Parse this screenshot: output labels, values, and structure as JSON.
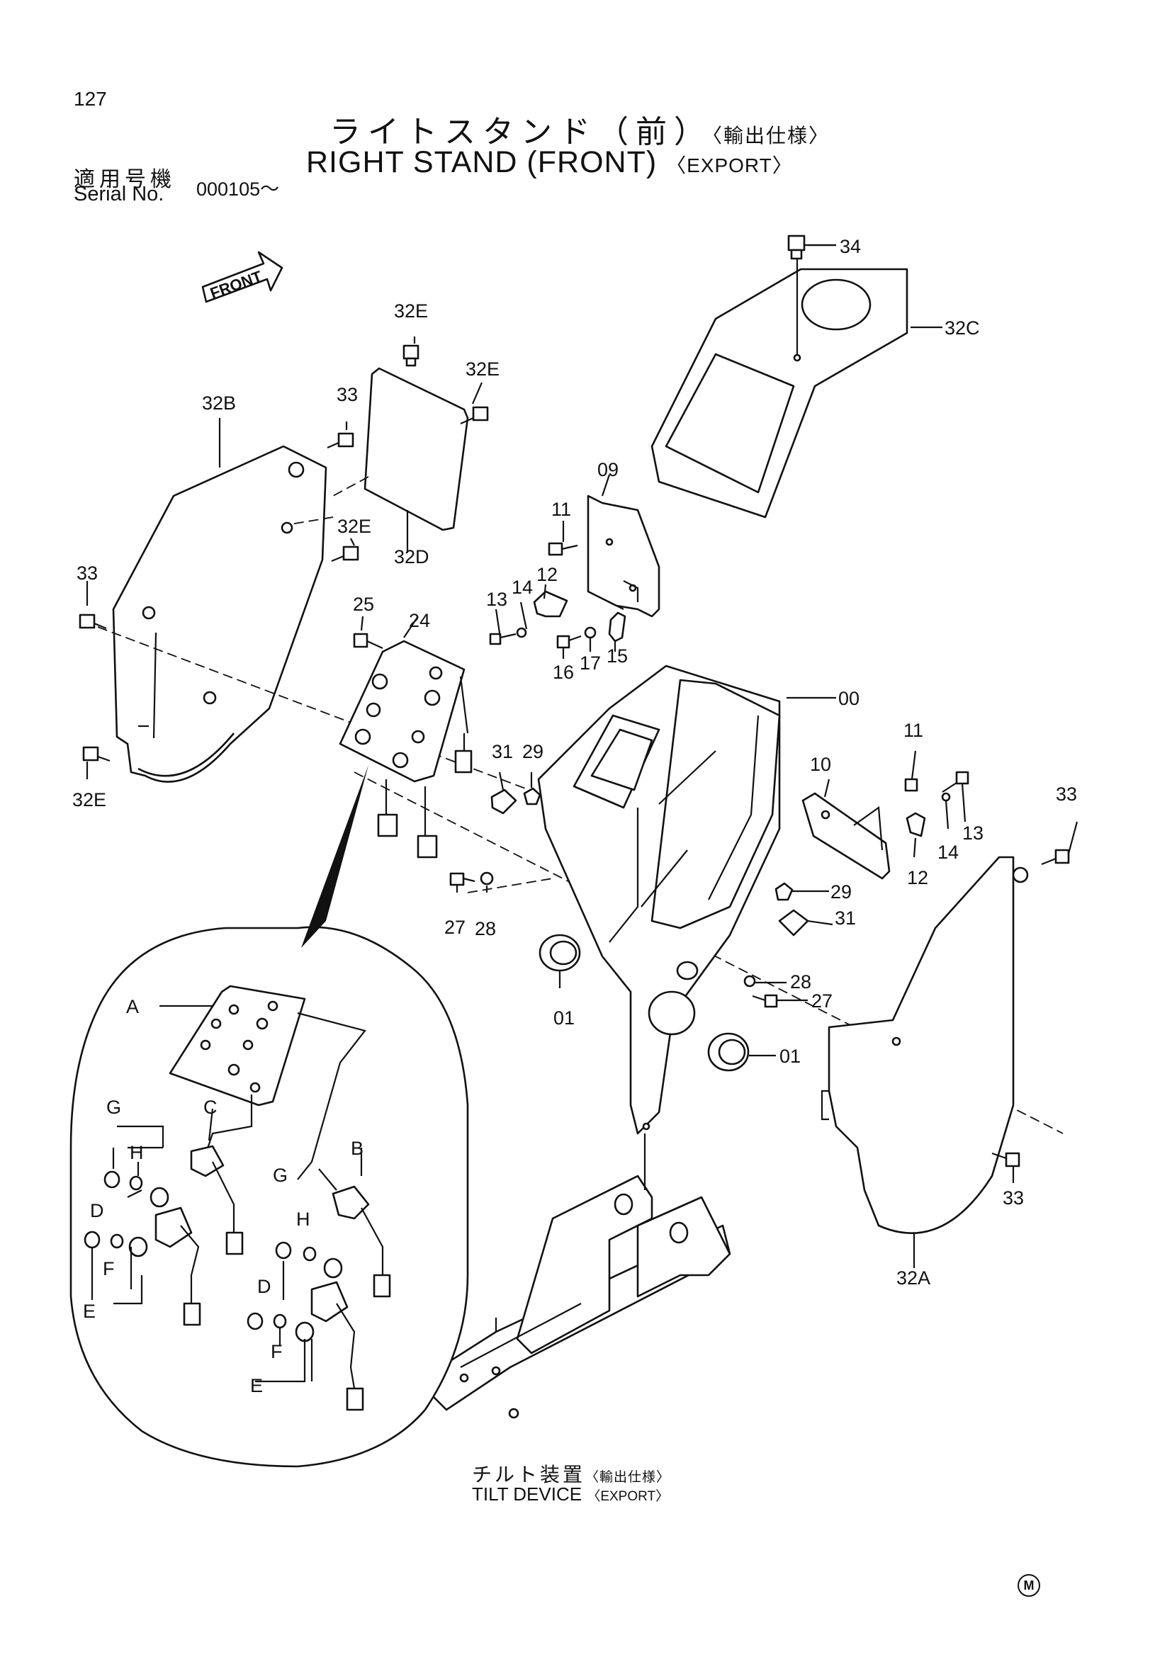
{
  "page_number": "127",
  "title_jp": "ライトスタンド（前）",
  "title_jp_suffix": "〈輸出仕様〉",
  "title_en": "RIGHT STAND (FRONT)",
  "title_en_suffix": "〈EXPORT〉",
  "serial_label_jp": "適用号機",
  "serial_label_en": "Serial No.",
  "serial_value": "000105～",
  "front_arrow": "FRONT",
  "tilt_device_jp": "チルト装置",
  "tilt_device_jp_suffix": "〈輸出仕様〉",
  "tilt_device_en": "TILT DEVICE",
  "tilt_device_en_suffix": "〈EXPORT〉",
  "corner_mark": "M",
  "part_labels": {
    "p34": "34",
    "p32C": "32C",
    "p32E_top": "32E",
    "p32E_right": "32E",
    "p32E_mid": "32E",
    "p32E_left": "32E",
    "p33_top": "33",
    "p32B": "32B",
    "p32D": "32D",
    "p33_left": "33",
    "p09": "09",
    "p11_top": "11",
    "p13_top": "13",
    "p14_top": "14",
    "p12_top": "12",
    "p16": "16",
    "p17": "17",
    "p15": "15",
    "p25": "25",
    "p24": "24",
    "p00": "00",
    "p31_left": "31",
    "p29_left": "29",
    "p11_right": "11",
    "p10": "10",
    "p13_right": "13",
    "p14_right": "14",
    "p12_right": "12",
    "p33_right": "33",
    "p29_right": "29",
    "p31_right": "31",
    "p27_left": "27",
    "p28_left": "28",
    "p01_left": "01",
    "p28_right": "28",
    "p27_right": "27",
    "p01_right": "01",
    "p33_bottom": "33",
    "p32A": "32A"
  },
  "detail_labels": {
    "A": "A",
    "C": "C",
    "B": "B",
    "G1": "G",
    "H1": "H",
    "D1": "D",
    "F1": "F",
    "E1": "E",
    "G2": "G",
    "H2": "H",
    "D2": "D",
    "F2": "F",
    "E2": "E"
  }
}
